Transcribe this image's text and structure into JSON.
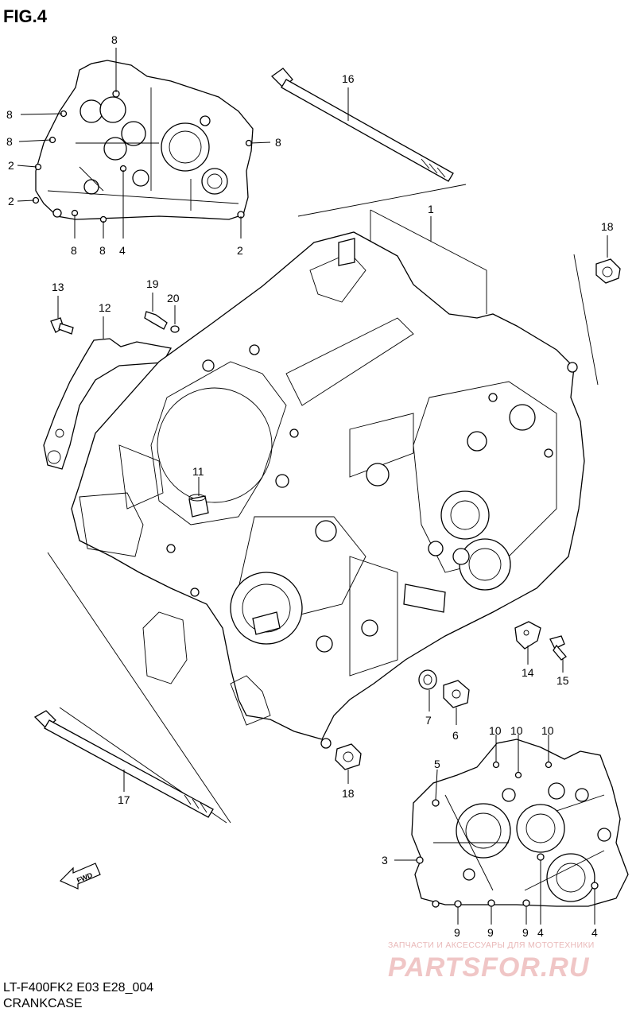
{
  "figure_label": "FIG.4",
  "footer": {
    "model": "LT-F400FK2 E03 E28_004",
    "title": "CRANKCASE"
  },
  "watermark": {
    "tagline": "ЗАПЧАСТИ И АКСЕССУАРЫ ДЛЯ МОТОТЕХНИКИ",
    "brand": "PARTSFOR.RU"
  },
  "direction_marker": "FWD",
  "callouts": {
    "c1": "1",
    "c2a": "2",
    "c2b": "2",
    "c2c": "2",
    "c3": "3",
    "c4a": "4",
    "c4b": "4",
    "c4c": "4",
    "c5": "5",
    "c6": "6",
    "c7": "7",
    "c8a": "8",
    "c8b": "8",
    "c8c": "8",
    "c8d": "8",
    "c8e": "8",
    "c8f": "8",
    "c9a": "9",
    "c9b": "9",
    "c9c": "9",
    "c10a": "10",
    "c10b": "10",
    "c10c": "10",
    "c11": "11",
    "c12": "12",
    "c13": "13",
    "c14": "14",
    "c15": "15",
    "c16": "16",
    "c17": "17",
    "c18a": "18",
    "c18b": "18",
    "c19": "19",
    "c20": "20"
  }
}
